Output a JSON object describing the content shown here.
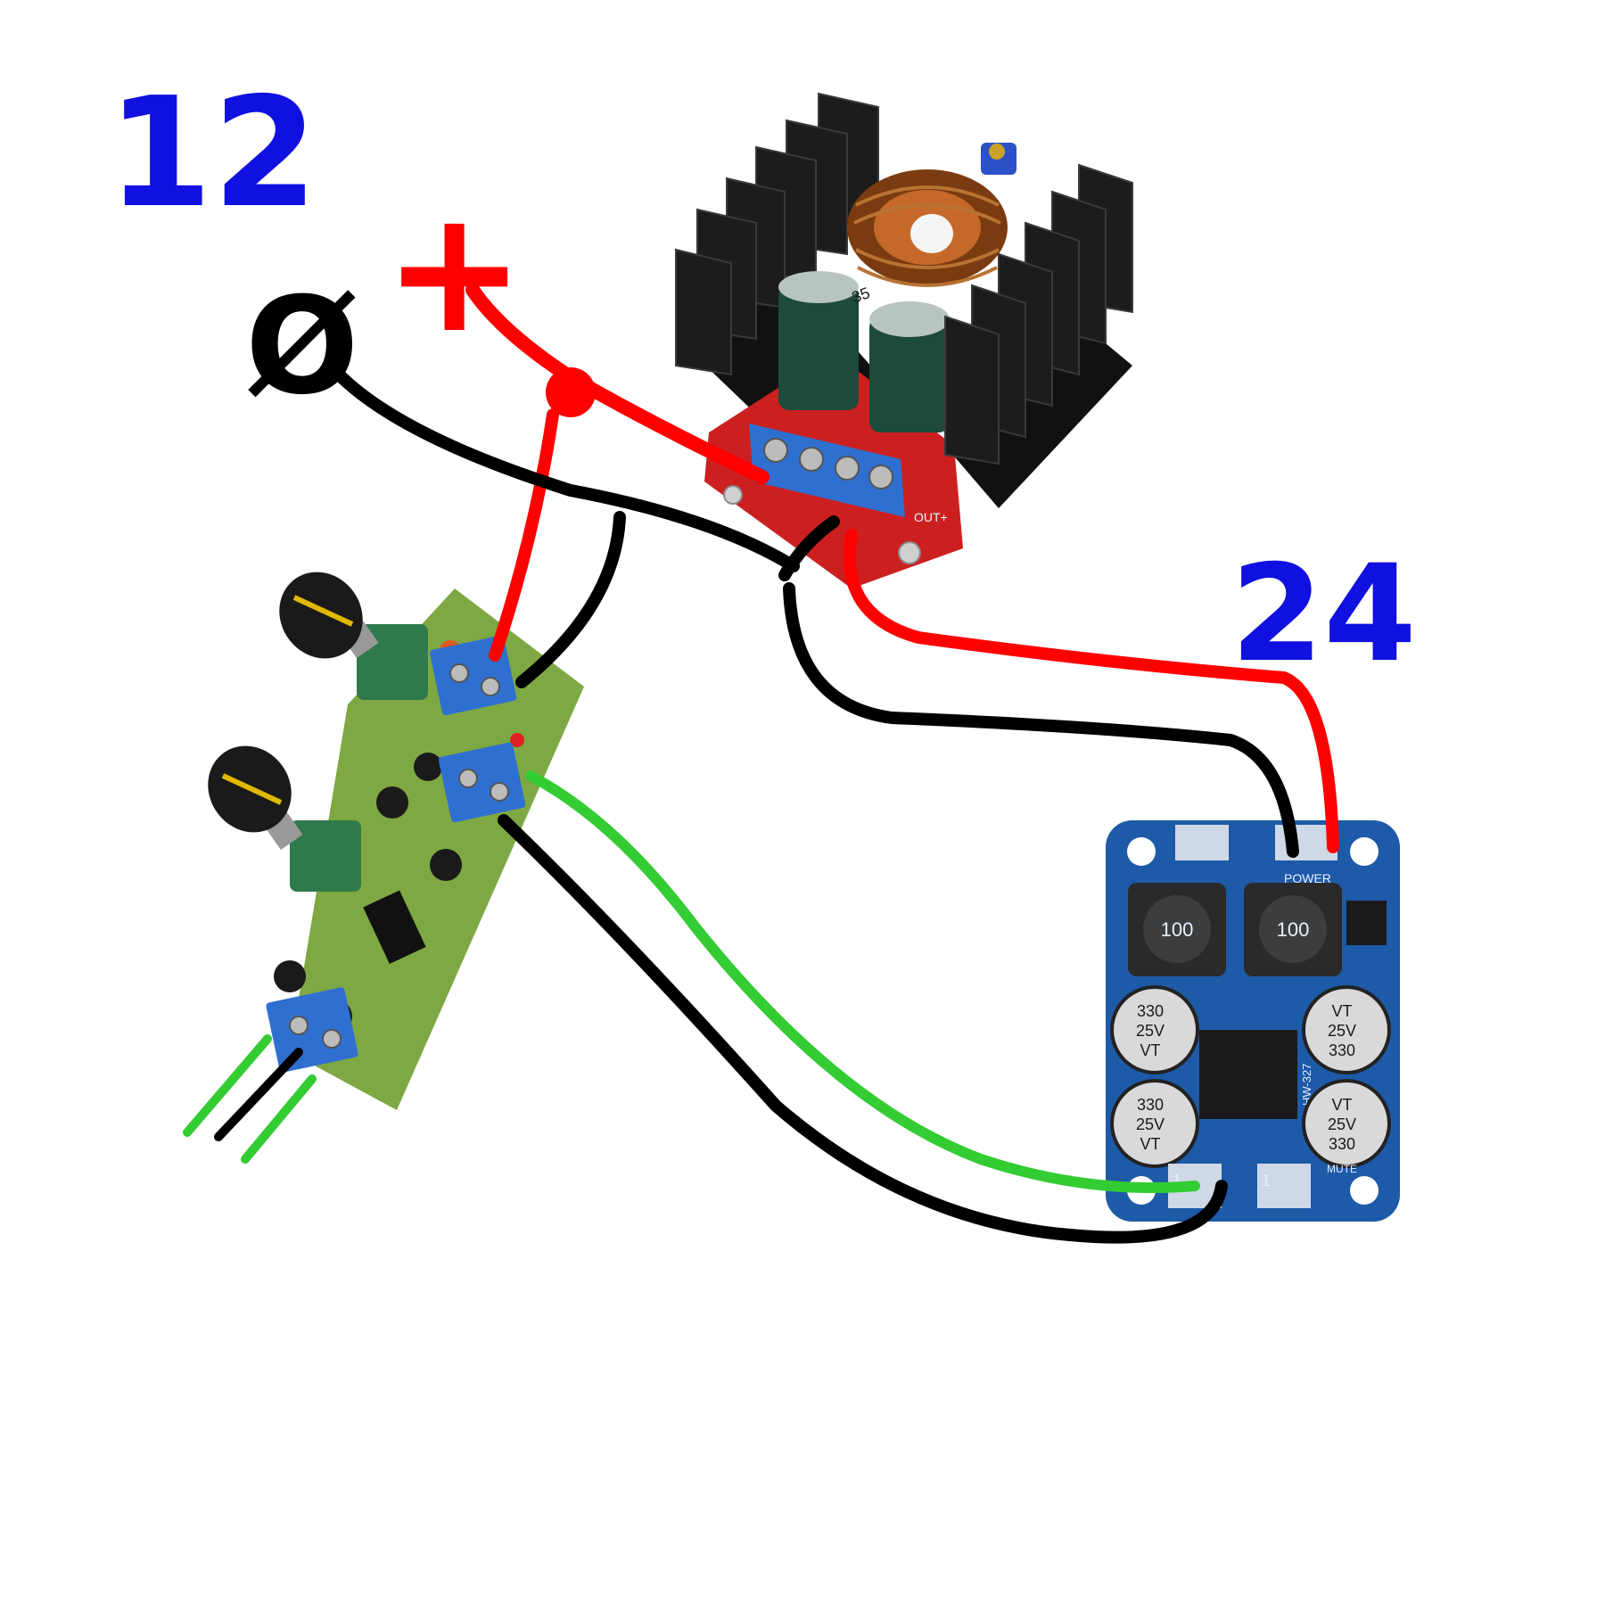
{
  "annotations": {
    "input_voltage": "12",
    "output_voltage": "24",
    "plus_symbol": "+",
    "minus_symbol": "Ø"
  },
  "colors": {
    "voltage_text": "#1010e0",
    "positive_wire": "#ff0000",
    "ground_wire": "#000000",
    "signal_wire": "#33cc33"
  },
  "amp_board": {
    "inductor_left": "100",
    "inductor_right": "100",
    "cap_top_left": [
      "330",
      "25V",
      "VT"
    ],
    "cap_bottom_left": [
      "330",
      "25V",
      "VT"
    ],
    "cap_top_right": [
      "VT",
      "25V",
      "330"
    ],
    "cap_bottom_right": [
      "VT",
      "25V",
      "330"
    ],
    "label_power": "POWER",
    "label_mute": "MUTE",
    "label_model": "HW-327",
    "label_pin1_left": "1",
    "label_pin1_right": "1"
  },
  "converter_board": {
    "label_out_plus": "OUT+",
    "cap_marking": "35"
  },
  "icons": [
    "heatsink-icon",
    "toroid-inductor-icon",
    "potentiometer-knob-icon",
    "screw-terminal-icon"
  ]
}
